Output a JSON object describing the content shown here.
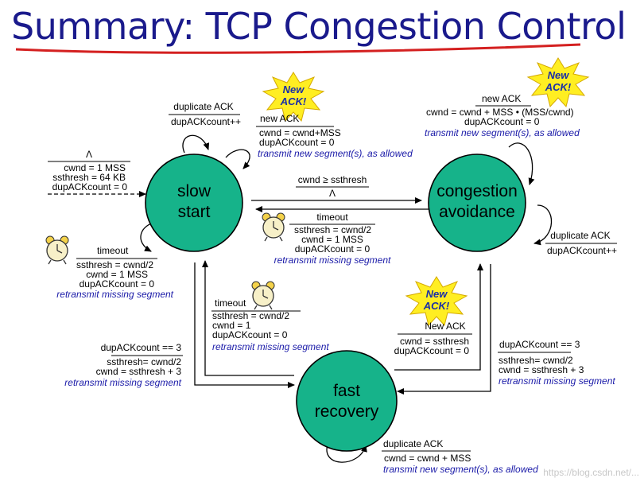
{
  "title": "Summary: TCP Congestion Control",
  "states": {
    "slow_start": [
      "slow",
      "start"
    ],
    "congestion_avoidance": [
      "congestion",
      "avoidance"
    ],
    "fast_recovery": [
      "fast",
      "recovery"
    ]
  },
  "badge": [
    "New",
    "ACK!"
  ],
  "colors": {
    "title": "#1a1a8c",
    "underline": "#d42020",
    "state_fill": "#16b38a",
    "action_text": "#1a1aa8",
    "badge_fill": "#ffee22"
  },
  "icons": [
    "alarm-clock-icon",
    "new-ack-burst-icon"
  ],
  "transitions": {
    "init": {
      "event": "Λ",
      "actions": [
        "cwnd = 1 MSS",
        "ssthresh = 64 KB",
        "dupACKcount = 0"
      ]
    },
    "ss_dup": {
      "event": "duplicate ACK",
      "actions": [
        "dupACKcount++"
      ]
    },
    "ss_newack": {
      "event": "new ACK",
      "actions": [
        "cwnd = cwnd+MSS",
        "dupACKcount = 0"
      ],
      "note": "transmit new segment(s), as allowed"
    },
    "ss_timeout": {
      "event": "timeout",
      "actions": [
        "ssthresh = cwnd/2",
        "cwnd = 1 MSS",
        "dupACKcount = 0"
      ],
      "note": "retransmit missing segment"
    },
    "ss_to_ca": {
      "event": "cwnd ≥ ssthresh",
      "actions": [
        "Λ"
      ]
    },
    "ca_timeout": {
      "event": "timeout",
      "actions": [
        "ssthresh = cwnd/2",
        "cwnd = 1 MSS",
        "dupACKcount = 0"
      ],
      "note": "retransmit missing segment"
    },
    "ca_newack": {
      "event": "new ACK",
      "actions": [
        "cwnd = cwnd + MSS • (MSS/cwnd)",
        "dupACKcount = 0"
      ],
      "note": "transmit new segment(s), as allowed"
    },
    "ca_dup": {
      "event": "duplicate ACK",
      "actions": [
        "dupACKcount++"
      ]
    },
    "fr_timeout": {
      "event": "timeout",
      "actions": [
        "ssthresh = cwnd/2",
        "cwnd = 1",
        "dupACKcount = 0"
      ],
      "note": "retransmit missing segment"
    },
    "fr_newack": {
      "event": "New ACK",
      "actions": [
        "cwnd = ssthresh",
        "dupACKcount = 0"
      ]
    },
    "ss_to_fr": {
      "event": "dupACKcount == 3",
      "actions": [
        "ssthresh= cwnd/2",
        "cwnd = ssthresh + 3"
      ],
      "note": "retransmit missing segment"
    },
    "ca_to_fr": {
      "event": "dupACKcount == 3",
      "actions": [
        "ssthresh= cwnd/2",
        "cwnd = ssthresh + 3"
      ],
      "note": "retransmit missing segment"
    },
    "fr_dup": {
      "event": "duplicate ACK",
      "actions": [
        "cwnd = cwnd + MSS"
      ],
      "note": "transmit new segment(s), as allowed"
    }
  },
  "watermark": "https://blog.csdn.net/..."
}
